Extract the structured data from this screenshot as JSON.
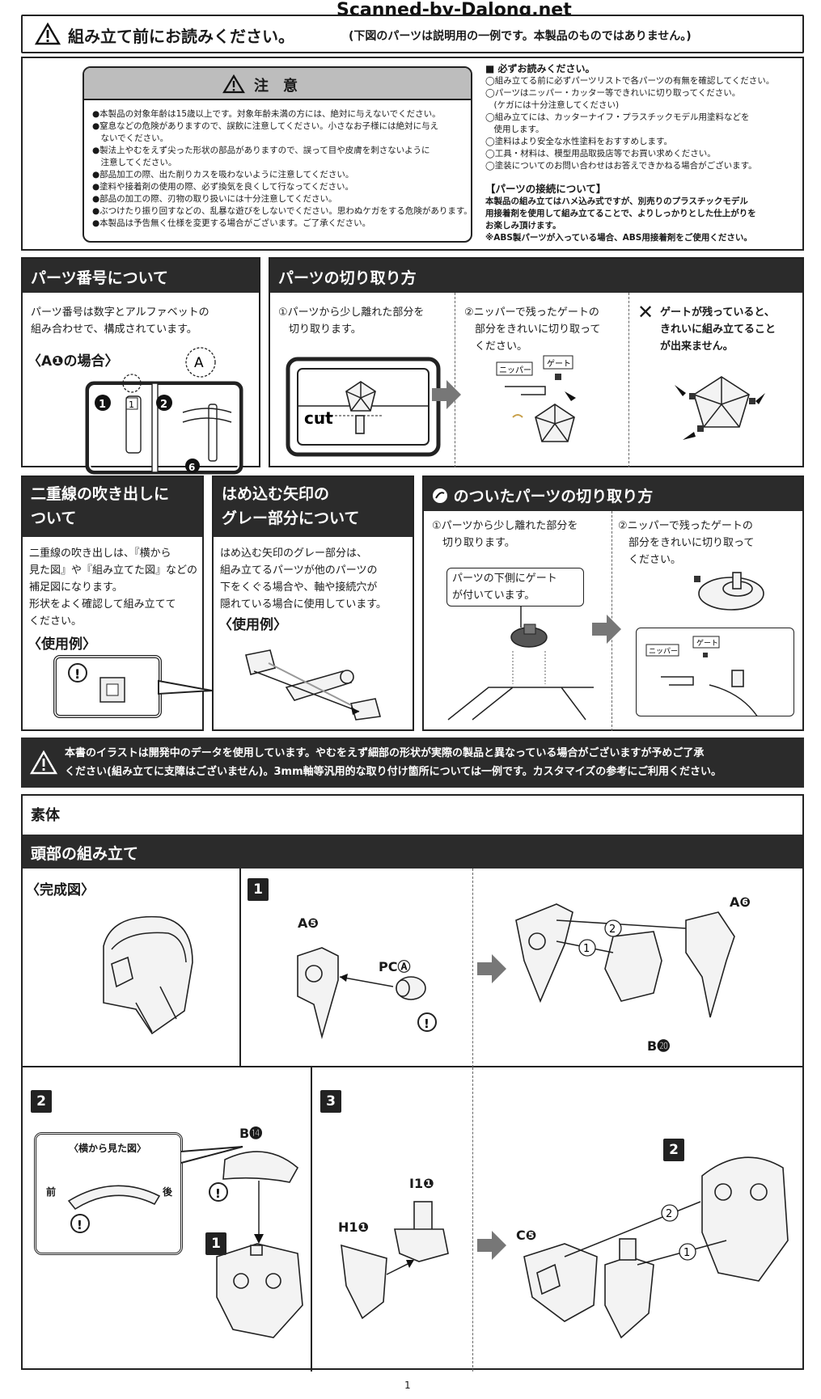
{
  "watermark": "Scanned-by-Dalong.net",
  "top_banner": {
    "title": "組み立て前にお読みください。",
    "note": "(下図のパーツは説明用の一例です。本製品のものではありません。)"
  },
  "caution": {
    "title": "注　意",
    "items": [
      "●本製品の対象年齢は15歳以上です。対象年齢未満の方には、絶対に与えないでください。",
      "●窒息などの危険がありますので、誤飲に注意してください。小さなお子様には絶対に与え",
      "　ないでください。",
      "●製法上やむをえず尖った形状の部品がありますので、誤って目や皮膚を刺さないように",
      "　注意してください。",
      "●部品加工の際、出た削りカスを吸わないように注意してください。",
      "●塗料や接着剤の使用の際、必ず換気を良くして行なってください。",
      "●部品の加工の際、刃物の取り扱いには十分注意してください。",
      "●ぶつけたり振り回すなどの、乱暴な遊びをしないでください。思わぬケガをする危険があります。",
      "●本製品は予告無く仕様を変更する場合がございます。ご了承ください。"
    ]
  },
  "must_read": {
    "title": "■ 必ずお読みください。",
    "items": [
      "◯組み立てる前に必ずパーツリストで各パーツの有無を確認してください。",
      "◯パーツはニッパー・カッター等できれいに切り取ってください。",
      "　(ケガには十分注意してください)",
      "◯組み立てには、カッターナイフ・プラスチックモデル用塗料などを",
      "　使用します。",
      "◯塗料はより安全な水性塗料をおすすめします。",
      "◯工具・材料は、模型用品取扱店等でお買い求めください。",
      "◯塗装についてのお問い合わせはお答えできかねる場合がございます。"
    ],
    "connection_title": "【パーツの接続について】",
    "connection_lines": [
      "本製品の組み立てはハメ込み式ですが、別売りのプラスチックモデル",
      "用接着剤を使用して組み立てることで、よりしっかりとした仕上がりを",
      "お楽しみ頂けます。",
      "※ABS製パーツが入っている場合、ABS用接着剤をご使用ください。"
    ]
  },
  "part_number": {
    "header": "パーツ番号について",
    "text": [
      "パーツ番号は数字とアルファベットの",
      "組み合わせで、構成されています。"
    ],
    "example": "〈A❶の場合〉",
    "labels": {
      "a": "A",
      "one": "1",
      "two": "2",
      "six": "6",
      "small": "1"
    }
  },
  "cutting": {
    "header": "パーツの切り取り方",
    "step1": [
      "①パーツから少し離れた部分を",
      "　切り取ります。"
    ],
    "step2": [
      "②ニッパーで残ったゲートの",
      "　部分をきれいに切り取って",
      "　ください。"
    ],
    "bad": [
      "ゲートが残っていると、",
      "きれいに組み立てること",
      "が出来ません。"
    ],
    "bad_mark": "✕",
    "cut_label": "cut",
    "nipper_label": "ニッパー",
    "gate_label": "ゲート"
  },
  "double_line": {
    "header": [
      "二重線の吹き出しに",
      "ついて"
    ],
    "text": [
      "二重線の吹き出しは、『横から",
      "見た図』や『組み立てた図』などの",
      "補足図になります。",
      "形状をよく確認して組み立てて",
      "ください。"
    ],
    "example": "〈使用例〉"
  },
  "arrow_gray": {
    "header": [
      "はめ込む矢印の",
      "グレー部分について"
    ],
    "text": [
      "はめ込む矢印のグレー部分は、",
      "組み立てるパーツが他のパーツの",
      "下をくぐる場合や、軸や接続穴が",
      "隠れている場合に使用しています。"
    ],
    "example": "〈使用例〉"
  },
  "gate_parts": {
    "header": "のついたパーツの切り取り方",
    "step1": [
      "①パーツから少し離れた部分を",
      "　切り取ります。"
    ],
    "step2": [
      "②ニッパーで残ったゲートの",
      "　部分をきれいに切り取って",
      "　ください。"
    ],
    "callout": [
      "パーツの下側にゲート",
      "が付いています。"
    ],
    "nipper_label": "ニッパー",
    "gate_label": "ゲート"
  },
  "notice": {
    "lines": [
      "本書のイラストは開発中のデータを使用しています。やむをえず細部の形状が実際の製品と異なっている場合がございますが予めご了承",
      "ください(組み立てに支障はございません)。3mm軸等汎用的な取り付け箇所については一例です。カスタマイズの参考にご利用ください。"
    ]
  },
  "section": {
    "title": "素体",
    "subtitle": "頭部の組み立て",
    "complete_label": "〈完成図〉"
  },
  "steps": {
    "s1": {
      "num": "1",
      "a5": "A❺",
      "pca": "PCⒶ",
      "a6": "A❻",
      "b20": "B⓴",
      "c1": "1",
      "c2": "2"
    },
    "s2": {
      "num": "2",
      "side_view": "〈横から見た図〉",
      "front": "前",
      "back": "後",
      "b14": "B⓮",
      "ref": "1"
    },
    "s3": {
      "num": "3",
      "i1": "I1❶",
      "h1": "H1❶",
      "c5": "C❺",
      "ref": "2",
      "c1": "1",
      "c2": "2"
    }
  },
  "page_number": "1"
}
